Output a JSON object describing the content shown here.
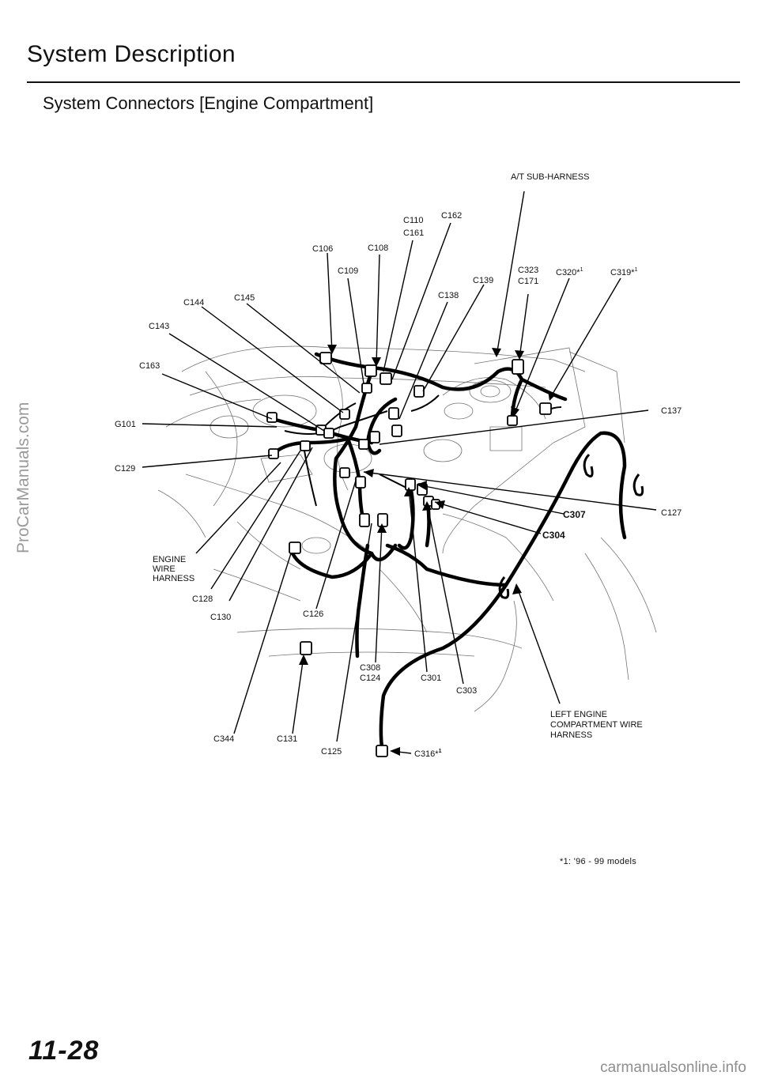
{
  "page": {
    "title": "System Description",
    "subtitle": "System Connectors [Engine Compartment]",
    "footnote": "*1: '96 - 99 models",
    "page_number": "11-28",
    "watermark_left": "ProCarManuals.com",
    "watermark_bottom": "carmanualsonline.info"
  },
  "labels": {
    "at_sub_harness": "A/T SUB-HARNESS",
    "c110": "C110",
    "c161": "C161",
    "c162": "C162",
    "c106": "C106",
    "c108": "C108",
    "c109": "C109",
    "c323": "C323",
    "c171": "C171",
    "c320": "C320*",
    "c320_sup": "1",
    "c319": "C319*",
    "c319_sup": "1",
    "c139": "C139",
    "c138": "C138",
    "c144": "C144",
    "c145": "C145",
    "c143": "C143",
    "c163": "C163",
    "g101": "G101",
    "c137": "C137",
    "c129": "C129",
    "c307": "C307",
    "c127": "C127",
    "c304": "C304",
    "engine_wire_harness_1": "ENGINE",
    "engine_wire_harness_2": "WIRE",
    "engine_wire_harness_3": "HARNESS",
    "c128": "C128",
    "c130": "C130",
    "c126": "C126",
    "c308": "C308",
    "c124": "C124",
    "c301": "C301",
    "c303": "C303",
    "left_harness_1": "LEFT ENGINE",
    "left_harness_2": "COMPARTMENT WIRE",
    "left_harness_3": "HARNESS",
    "c344": "C344",
    "c131": "C131",
    "c125": "C125",
    "c316": "C316*",
    "c316_sup": "1"
  }
}
